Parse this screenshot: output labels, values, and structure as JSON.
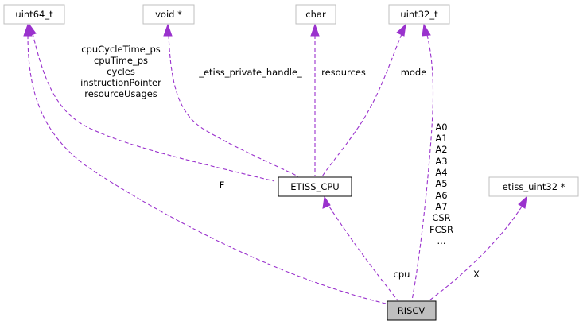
{
  "nodes": {
    "uint64_t": "uint64_t",
    "void_ptr": "void *",
    "char": "char",
    "uint32_t": "uint32_t",
    "etiss_cpu": "ETISS_CPU",
    "etiss_uint32_ptr": "etiss_uint32 *",
    "riscv": "RISCV"
  },
  "edge_labels": {
    "uint64_to_etiss": [
      "cpuCycleTime_ps",
      "cpuTime_ps",
      "cycles",
      "instructionPointer",
      "resourceUsages"
    ],
    "void_to_etiss": "_etiss_private_handle_",
    "char_to_etiss": "resources",
    "uint32_to_etiss": "mode",
    "uint32_to_riscv": [
      "A0",
      "A1",
      "A2",
      "A3",
      "A4",
      "A5",
      "A6",
      "A7",
      "CSR",
      "FCSR",
      "..."
    ],
    "uint64_to_riscv": "F",
    "etiss_to_riscv": "cpu",
    "etiss_uint32_to_riscv": "X"
  }
}
